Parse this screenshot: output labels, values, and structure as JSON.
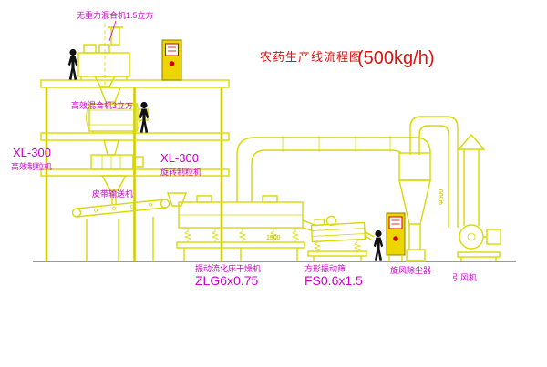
{
  "title": {
    "text": "农药生产线流程图",
    "capacity": "(500kg/h)"
  },
  "labels": {
    "gravity_mixer": "无重力混合机1.5立方",
    "efficient_mixer": "高效混合机3立方",
    "granulator_model_left": "XL-300",
    "granulator_name_left": "高效制粒机",
    "granulator_model_right": "XL-300",
    "granulator_name_right": "旋转制粒机",
    "belt_conveyor": "皮带输送机",
    "dryer_name": "振动流化床干燥机",
    "dryer_model": "ZLG6x0.75",
    "screen_name": "方形振动筛",
    "screen_model": "FS0.6x1.5",
    "cyclone": "旋风除尘器",
    "fan": "引风机"
  },
  "annotations": {
    "dryer_dimension": "1500",
    "duct_diameter": "Φ600"
  },
  "colors": {
    "line_yellow": "#d9d900",
    "label_magenta": "#cc00cc",
    "title_red": "#dd1111",
    "cabinet_yellow": "#edd500",
    "figure_black": "#111111",
    "background": "#ffffff"
  }
}
